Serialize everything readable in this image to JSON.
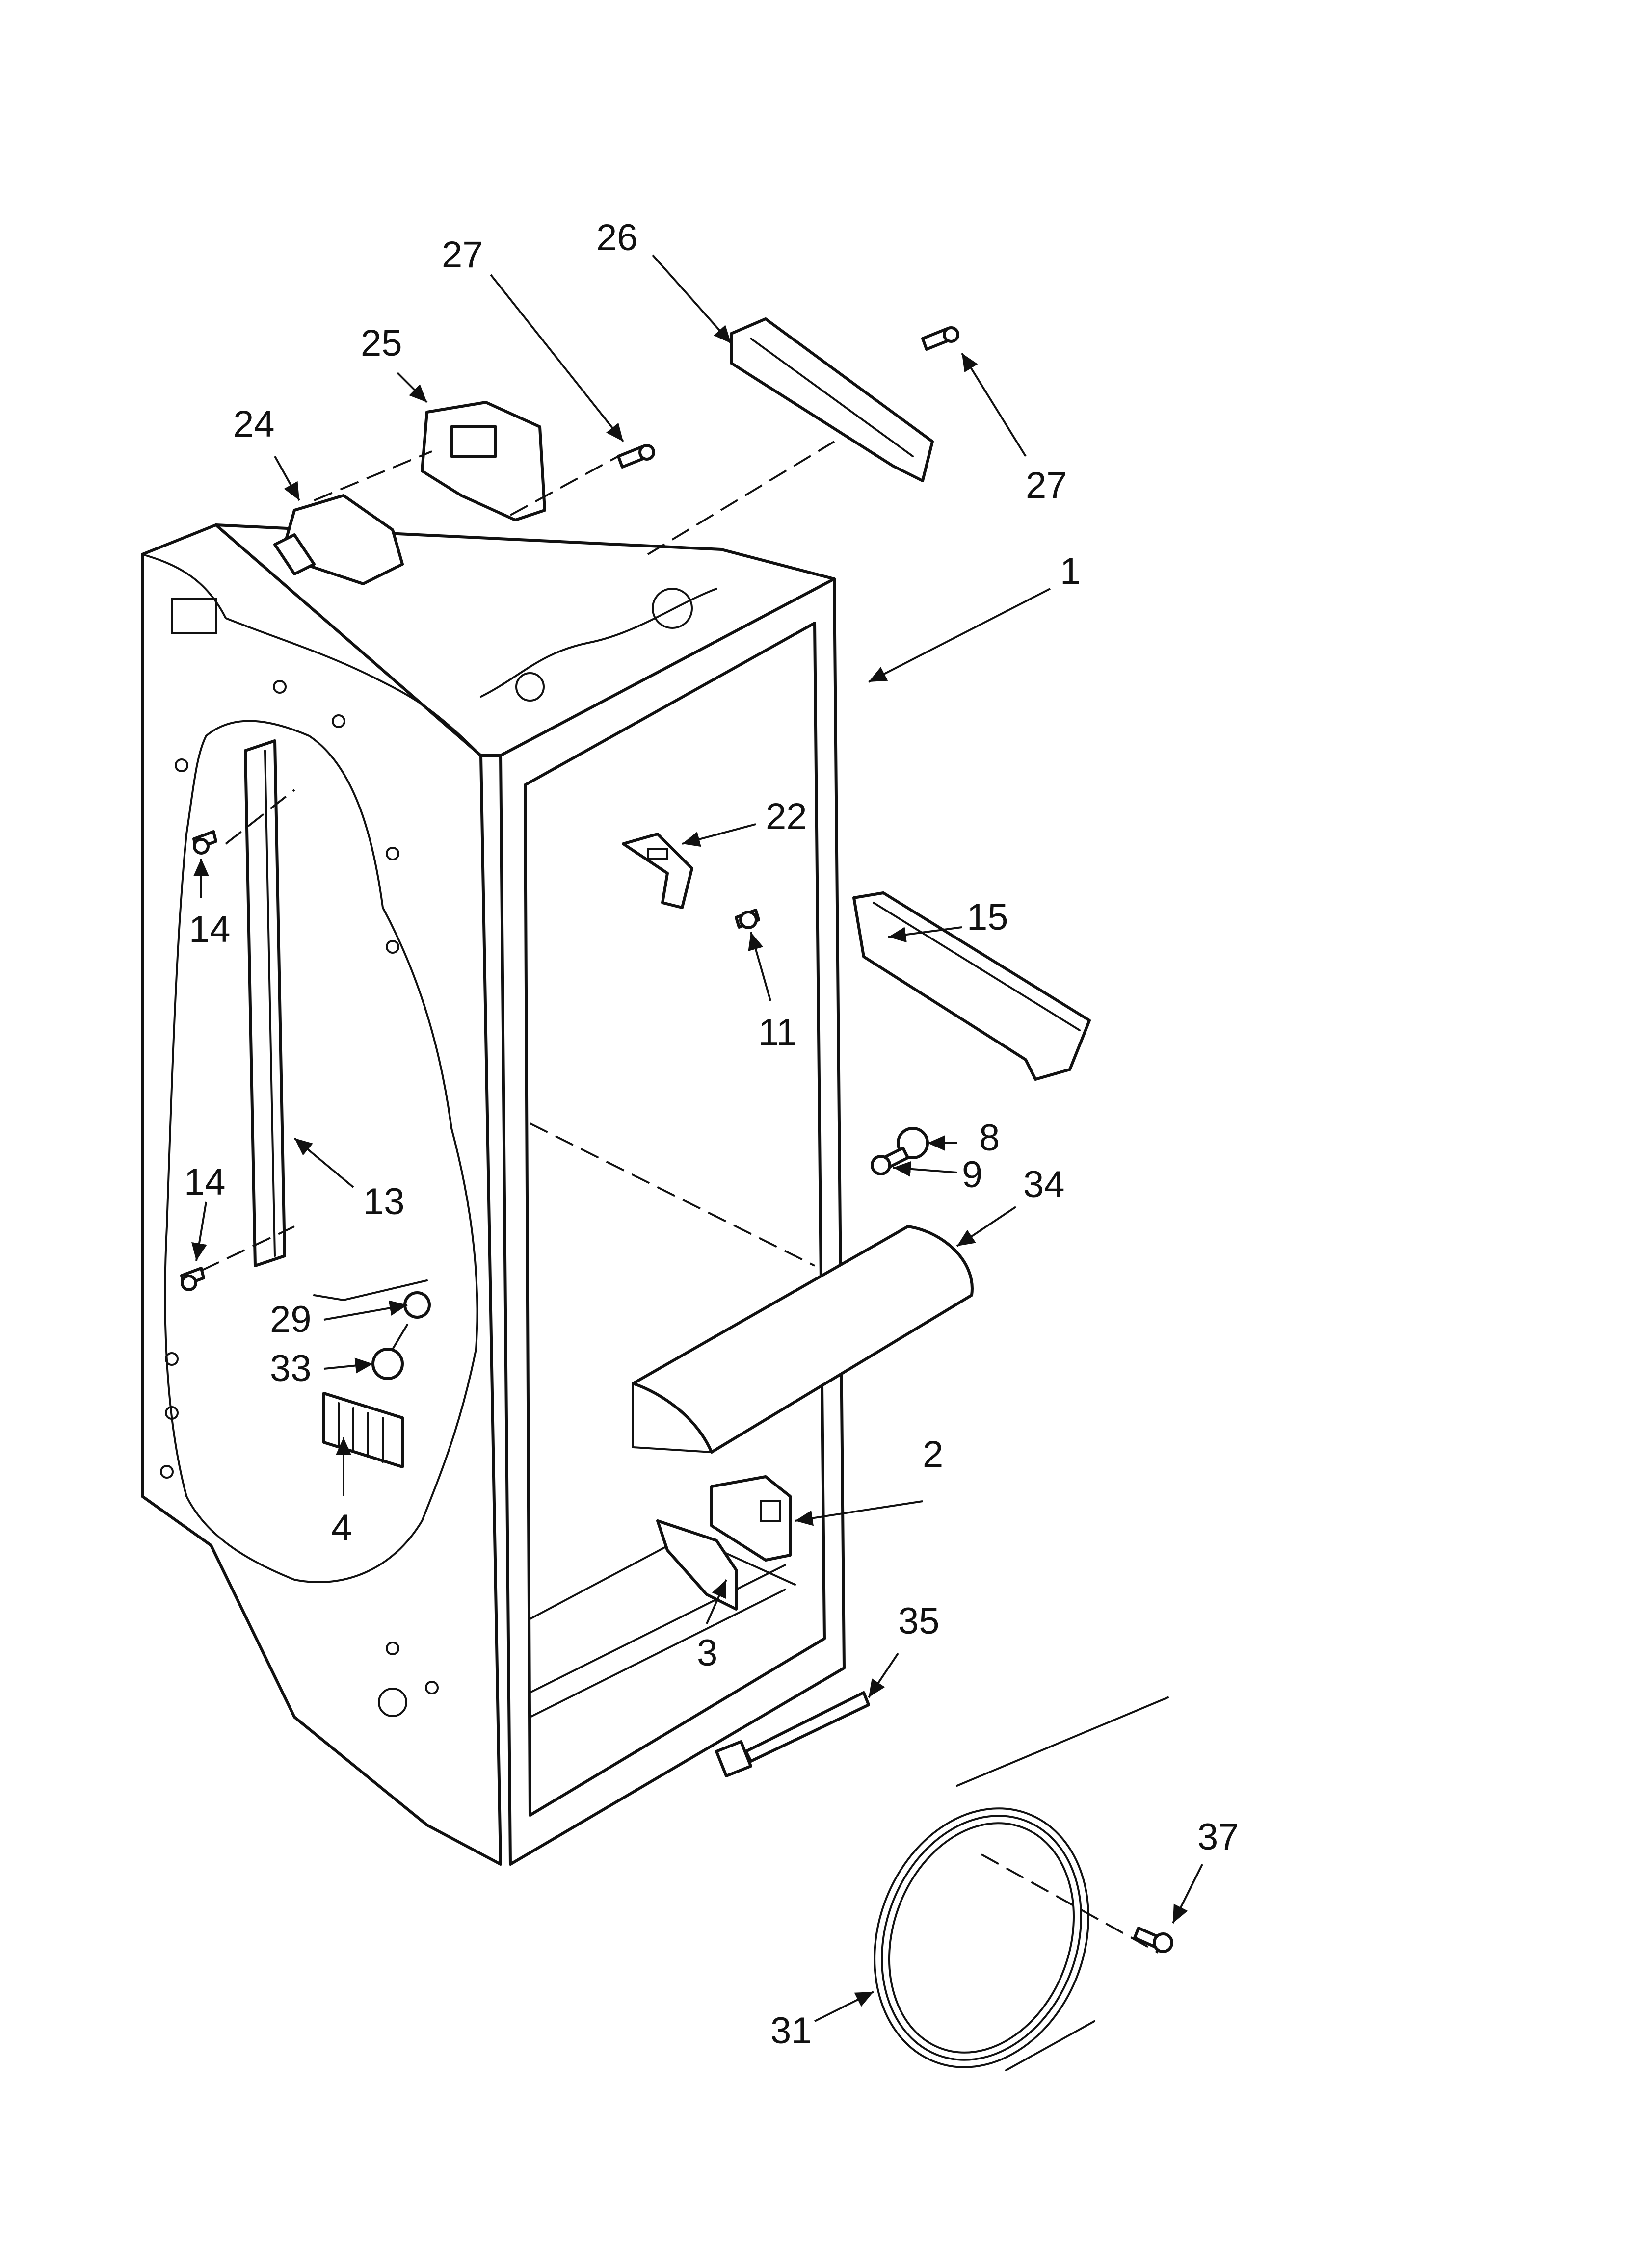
{
  "callouts": [
    {
      "id": "c27a",
      "label": "27"
    },
    {
      "id": "c26",
      "label": "26"
    },
    {
      "id": "c25",
      "label": "25"
    },
    {
      "id": "c24",
      "label": "24"
    },
    {
      "id": "c27b",
      "label": "27"
    },
    {
      "id": "c1",
      "label": "1"
    },
    {
      "id": "c22",
      "label": "22"
    },
    {
      "id": "c15",
      "label": "15"
    },
    {
      "id": "c14a",
      "label": "14"
    },
    {
      "id": "c11",
      "label": "11"
    },
    {
      "id": "c8",
      "label": "8"
    },
    {
      "id": "c9",
      "label": "9"
    },
    {
      "id": "c34",
      "label": "34"
    },
    {
      "id": "c13",
      "label": "13"
    },
    {
      "id": "c14b",
      "label": "14"
    },
    {
      "id": "c29",
      "label": "29"
    },
    {
      "id": "c33",
      "label": "33"
    },
    {
      "id": "c2",
      "label": "2"
    },
    {
      "id": "c4",
      "label": "4"
    },
    {
      "id": "c35",
      "label": "35"
    },
    {
      "id": "c3",
      "label": "3"
    },
    {
      "id": "c37",
      "label": "37"
    },
    {
      "id": "c31",
      "label": "31"
    }
  ]
}
